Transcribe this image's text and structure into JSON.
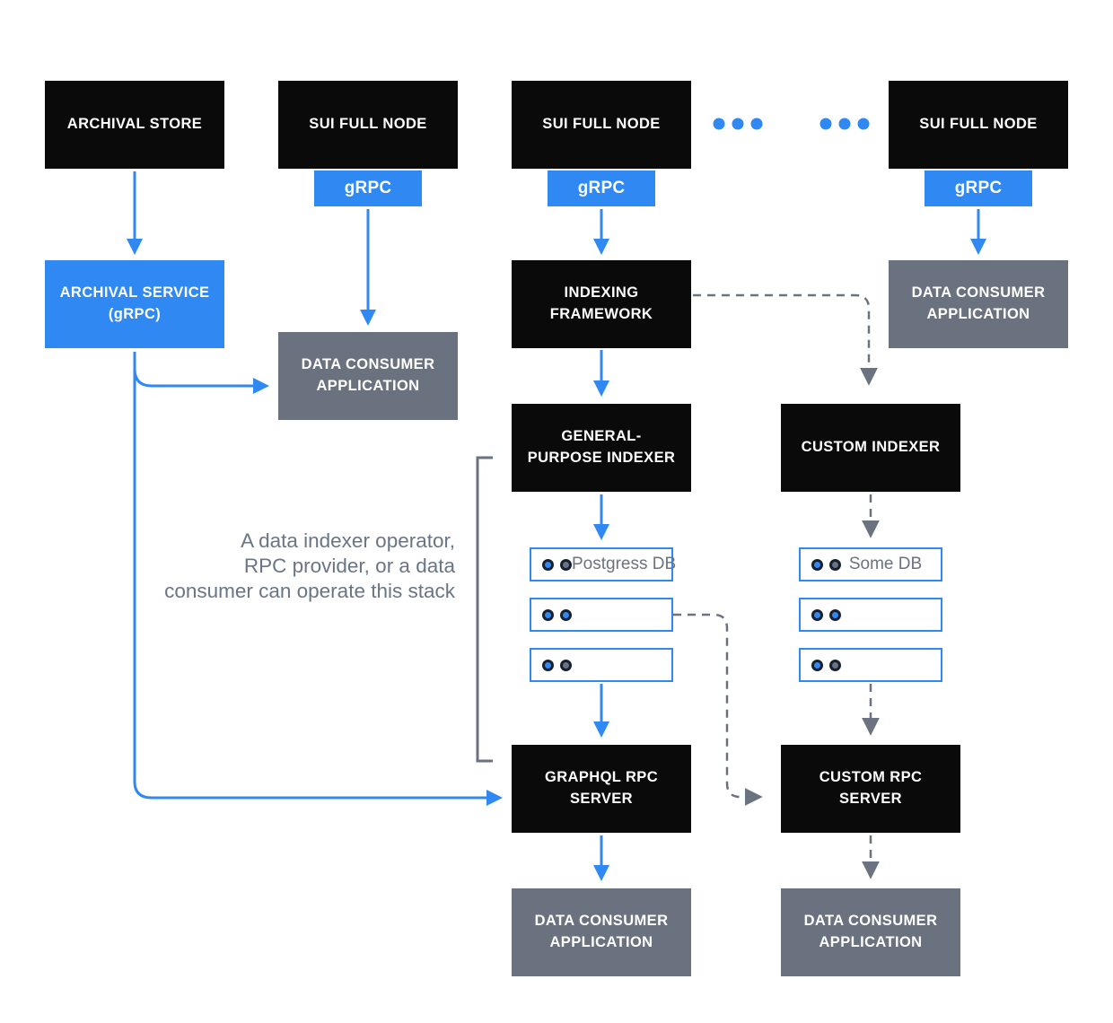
{
  "colors": {
    "accent_blue": "#3089F3",
    "node_black": "#0a0a0b",
    "node_gray": "#6A7280",
    "dashed_gray": "#6B7280",
    "annotation_text": "#697586",
    "dot_ring": "#17202E"
  },
  "nodes": {
    "archival_store": {
      "label": "ARCHIVAL STORE"
    },
    "sui_full_node_left": {
      "label": "SUI FULL NODE"
    },
    "sui_full_node_mid": {
      "label": "SUI FULL NODE"
    },
    "sui_full_node_right": {
      "label": "SUI FULL NODE"
    },
    "grpc_left": {
      "label": "gRPC"
    },
    "grpc_mid": {
      "label": "gRPC"
    },
    "grpc_right": {
      "label": "gRPC"
    },
    "archival_service": {
      "label": "ARCHIVAL SERVICE (gRPC)"
    },
    "data_consumer_left": {
      "label": "DATA CONSUMER APPLICATION"
    },
    "indexing_framework": {
      "label": "INDEXING FRAMEWORK"
    },
    "data_consumer_right_top": {
      "label": "DATA CONSUMER APPLICATION"
    },
    "general_purpose_indexer": {
      "label": "GENERAL-PURPOSE INDEXER"
    },
    "custom_indexer": {
      "label": "CUSTOM INDEXER"
    },
    "graphql_rpc_server": {
      "label": "GRAPHQL RPC SERVER"
    },
    "custom_rpc_server": {
      "label": "CUSTOM RPC SERVER"
    },
    "data_consumer_bottom_mid": {
      "label": "DATA CONSUMER APPLICATION"
    },
    "data_consumer_bottom_right": {
      "label": "DATA CONSUMER APPLICATION"
    }
  },
  "db_stacks": {
    "general": [
      {
        "label": "Postgress DB",
        "dots": [
          "blue",
          "gray"
        ]
      },
      {
        "label": "",
        "dots": [
          "blue",
          "blue"
        ]
      },
      {
        "label": "",
        "dots": [
          "blue",
          "gray"
        ]
      }
    ],
    "custom": [
      {
        "label": "Some DB",
        "dots": [
          "blue",
          "gray"
        ]
      },
      {
        "label": "",
        "dots": [
          "blue",
          "blue"
        ]
      },
      {
        "label": "",
        "dots": [
          "blue",
          "gray"
        ]
      }
    ]
  },
  "annotation": {
    "lines": [
      "A data indexer operator,",
      "RPC provider, or a data",
      "consumer can operate this stack"
    ]
  }
}
